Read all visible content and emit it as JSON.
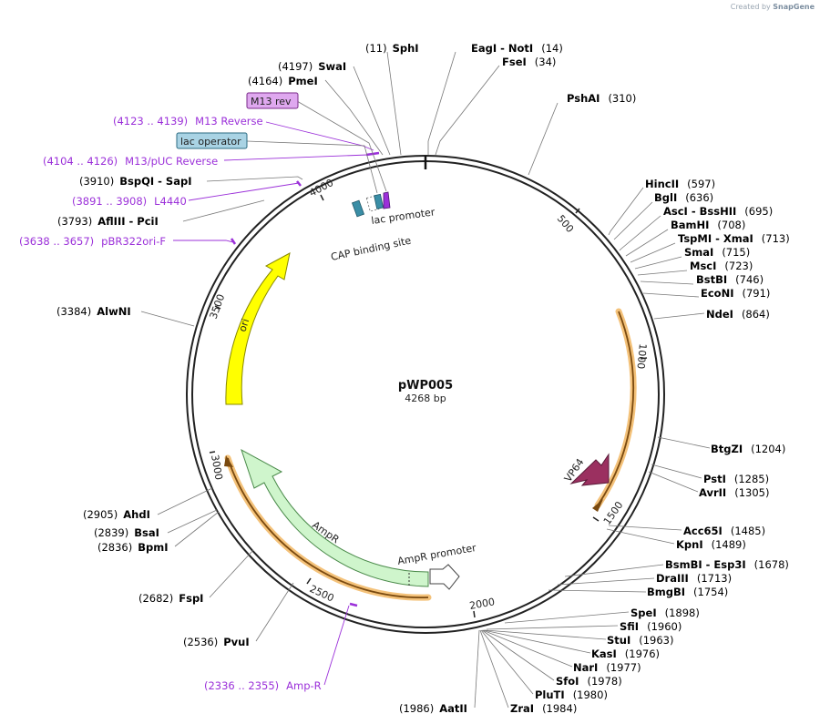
{
  "branding": {
    "created_by": "Created by",
    "product": "SnapGene"
  },
  "plasmid": {
    "name": "pWP005",
    "length_label": "4268 bp",
    "length": 4268
  },
  "scale": {
    "ticks": [
      "500",
      "1000",
      "1500",
      "2000",
      "2500",
      "3000",
      "3500",
      "4000"
    ]
  },
  "colors": {
    "enzyme": "#000000",
    "primer": "#9b30d9",
    "backbone": "#222222",
    "orange": "#f0a020"
  },
  "enzymes": [
    {
      "name": "SphI",
      "pos": "(11)",
      "bp": 11
    },
    {
      "name": "EagI",
      "name2": "NotI",
      "pos": "(14)",
      "bp": 14
    },
    {
      "name": "FseI",
      "pos": "(34)",
      "bp": 34
    },
    {
      "name": "PshAI",
      "pos": "(310)",
      "bp": 310
    },
    {
      "name": "HincII",
      "pos": "(597)",
      "bp": 597
    },
    {
      "name": "BglI",
      "pos": "(636)",
      "bp": 636
    },
    {
      "name": "AscI",
      "name2": "BssHII",
      "pos": "(695)",
      "bp": 695
    },
    {
      "name": "BamHI",
      "pos": "(708)",
      "bp": 708
    },
    {
      "name": "TspMI",
      "name2": "XmaI",
      "pos": "(713)",
      "bp": 713
    },
    {
      "name": "SmaI",
      "pos": "(715)",
      "bp": 715
    },
    {
      "name": "MscI",
      "pos": "(723)",
      "bp": 723
    },
    {
      "name": "BstBI",
      "pos": "(746)",
      "bp": 746
    },
    {
      "name": "EcoNI",
      "pos": "(791)",
      "bp": 791
    },
    {
      "name": "NdeI",
      "pos": "(864)",
      "bp": 864
    },
    {
      "name": "BtgZI",
      "pos": "(1204)",
      "bp": 1204
    },
    {
      "name": "PstI",
      "pos": "(1285)",
      "bp": 1285
    },
    {
      "name": "AvrII",
      "pos": "(1305)",
      "bp": 1305
    },
    {
      "name": "Acc65I",
      "pos": "(1485)",
      "bp": 1485
    },
    {
      "name": "KpnI",
      "pos": "(1489)",
      "bp": 1489
    },
    {
      "name": "BsmBI",
      "name2": "Esp3I",
      "pos": "(1678)",
      "bp": 1678
    },
    {
      "name": "DraIII",
      "pos": "(1713)",
      "bp": 1713
    },
    {
      "name": "BmgBI",
      "pos": "(1754)",
      "bp": 1754
    },
    {
      "name": "SpeI",
      "pos": "(1898)",
      "bp": 1898
    },
    {
      "name": "SfiI",
      "pos": "(1960)",
      "bp": 1960
    },
    {
      "name": "StuI",
      "pos": "(1963)",
      "bp": 1963
    },
    {
      "name": "KasI",
      "pos": "(1976)",
      "bp": 1976
    },
    {
      "name": "NarI",
      "pos": "(1977)",
      "bp": 1977
    },
    {
      "name": "SfoI",
      "pos": "(1978)",
      "bp": 1978
    },
    {
      "name": "PluTI",
      "pos": "(1980)",
      "bp": 1980
    },
    {
      "name": "ZraI",
      "pos": "(1984)",
      "bp": 1984
    },
    {
      "name": "AatII",
      "pos": "(1986)",
      "bp": 1986
    },
    {
      "name": "PvuI",
      "pos": "(2536)",
      "bp": 2536
    },
    {
      "name": "FspI",
      "pos": "(2682)",
      "bp": 2682
    },
    {
      "name": "BpmI",
      "pos": "(2836)",
      "bp": 2836
    },
    {
      "name": "BsaI",
      "pos": "(2839)",
      "bp": 2839
    },
    {
      "name": "AhdI",
      "pos": "(2905)",
      "bp": 2905
    },
    {
      "name": "AlwNI",
      "pos": "(3384)",
      "bp": 3384
    },
    {
      "name": "AflIII",
      "name2": "PciI",
      "pos": "(3793)",
      "bp": 3793
    },
    {
      "name": "BspQI",
      "name2": "SapI",
      "pos": "(3910)",
      "bp": 3910
    },
    {
      "name": "PmeI",
      "pos": "(4164)",
      "bp": 4164
    },
    {
      "name": "SwaI",
      "pos": "(4197)",
      "bp": 4197
    }
  ],
  "primers": [
    {
      "range": "(2336 .. 2355)",
      "name": "Amp-R"
    },
    {
      "range": "(3638 .. 3657)",
      "name": "pBR322ori-F"
    },
    {
      "range": "(3891 .. 3908)",
      "name": "L4440"
    },
    {
      "range": "(4104 .. 4126)",
      "name": "M13/pUC Reverse"
    },
    {
      "range": "(4123 .. 4139)",
      "name": "M13 Reverse"
    }
  ],
  "boxed_features": {
    "m13_rev": "M13 rev",
    "lac_operator": "lac operator"
  },
  "features": {
    "ori": "ori",
    "vp64": "VP64",
    "ampr": "AmpR",
    "ampr_promoter": "AmpR promoter",
    "lac_promoter": "lac promoter",
    "cap_site": "CAP binding site"
  }
}
